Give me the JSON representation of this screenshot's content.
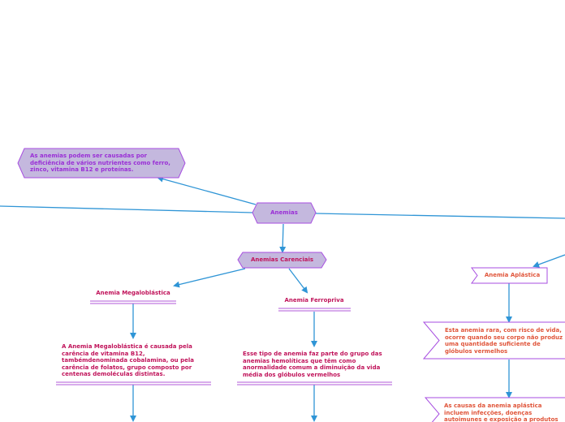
{
  "colors": {
    "connector": "#2f95d6",
    "hex_fill": "#c4b8de",
    "hex_border": "#a74ee0",
    "underline": "#b25ad8",
    "purple_text": "#9a2fd6",
    "magenta_text": "#c0135a",
    "orange_text": "#e0553a"
  },
  "nodes": {
    "root": {
      "label": "Anemias"
    },
    "note_causes": {
      "text": "As anemias podem ser causadas por deficiência de vários nutrientes como ferro, zinco, vitamina B12 e proteínas."
    },
    "carenciais": {
      "label": "Anemias Carenciais"
    },
    "megaloblastica": {
      "label": "Anemia Megaloblástica",
      "description": "A Anemia Megaloblástica é causada pela carência de vitamina B12, tambémdenominada cobalamina, ou pela carência de folatos, grupo composto por centenas demoléculas distintas."
    },
    "ferropriva": {
      "label": "Anemia Ferropriva",
      "description": "Esse tipo de anemia faz parte do grupo das anemias hemolíticas que têm como anormalidade comum a diminuição da vida média dos glóbulos vermelhos"
    },
    "aplastica": {
      "label": "Anemia Aplástica",
      "description": "Esta anemia rara, com risco de vida, ocorre quando seu corpo não produz uma quantidade suficiente de glóbulos vermelhos",
      "causes": "As causas da anemia aplástica incluem infecções, doenças autoimunes e exposição a produtos químicos tóxicos."
    }
  }
}
